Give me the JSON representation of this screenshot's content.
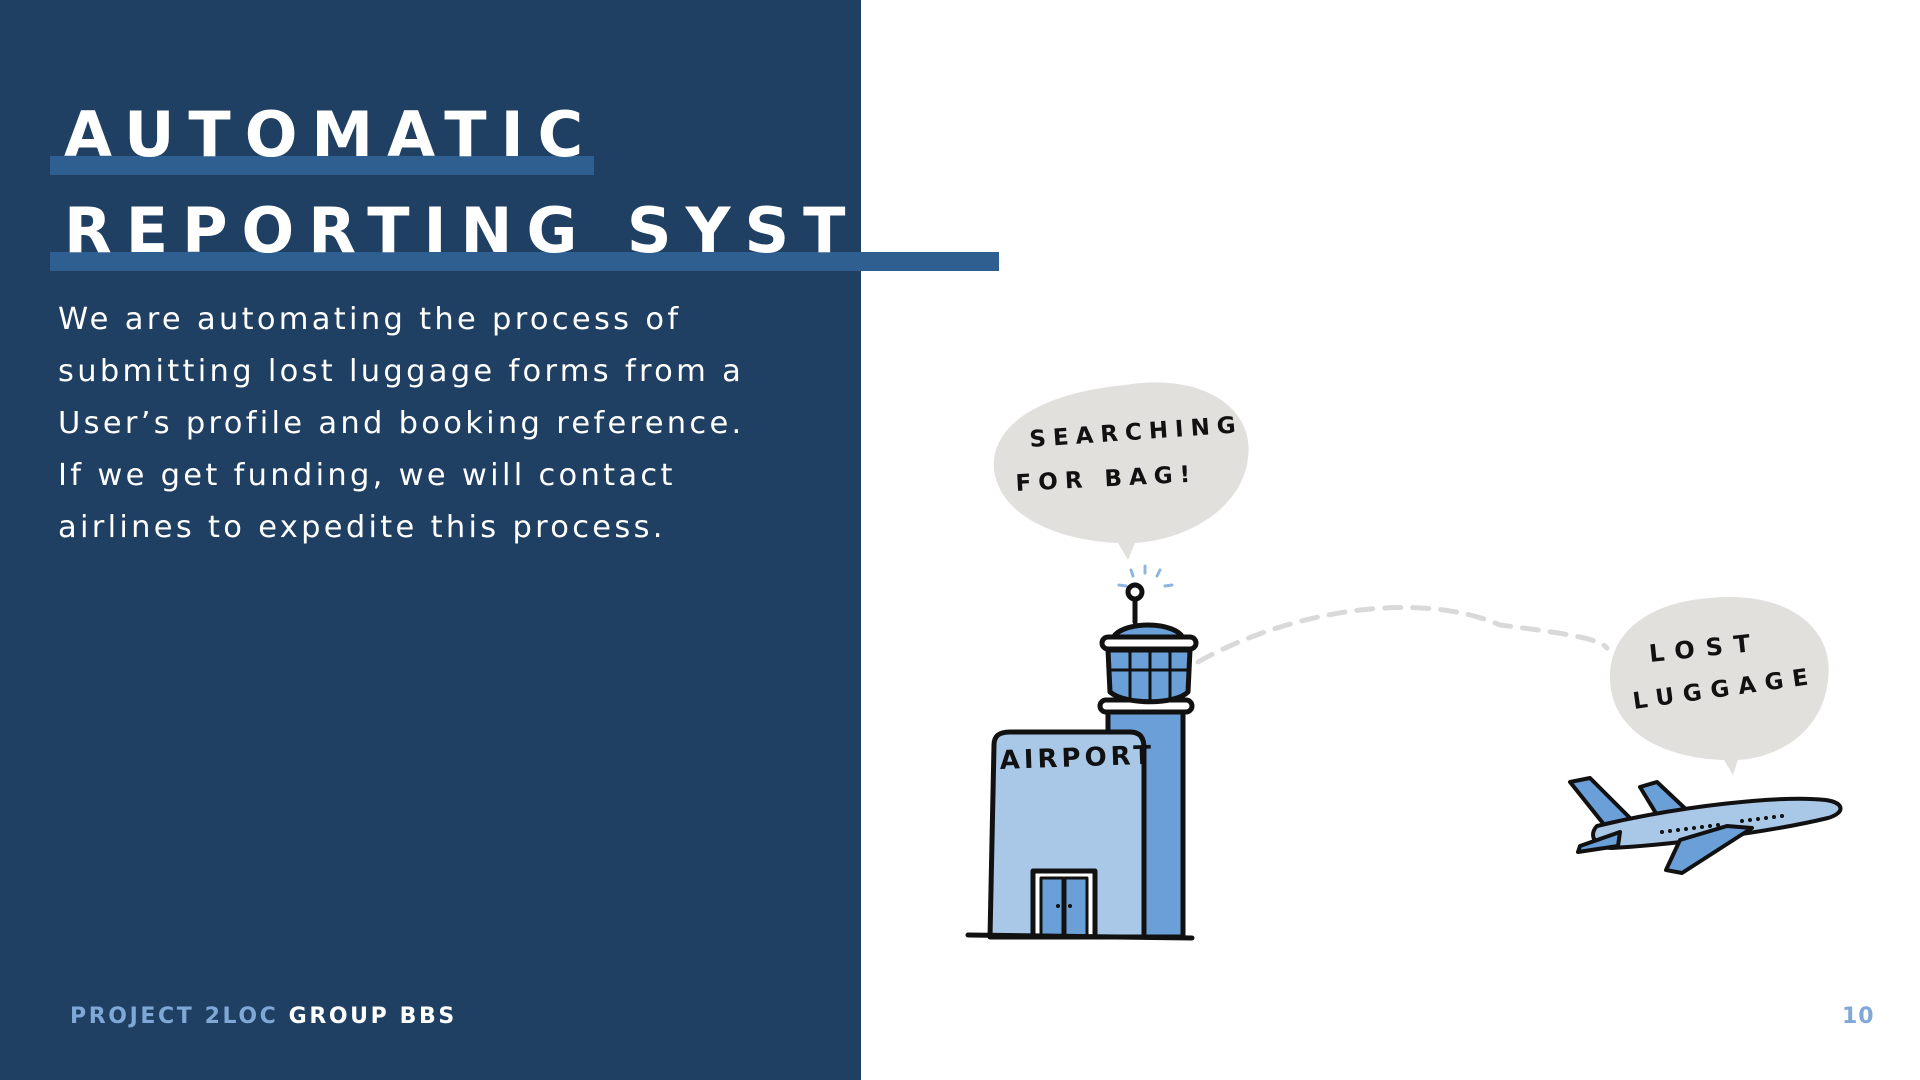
{
  "slide": {
    "title_lines": [
      "AUTOMATIC",
      "REPORTING SYSTEM"
    ],
    "body_lines": [
      "We are automating the process of",
      "submitting lost luggage forms from a",
      "User’s profile and booking reference.",
      "If we get funding, we will contact",
      "airlines to expedite this process."
    ],
    "footer": {
      "project": "PROJECT 2LOC",
      "group": "GROUP BBS"
    },
    "page_number": "10"
  },
  "illustration": {
    "tower_bubble_lines": [
      "SEARCHING",
      "FOR BAG!"
    ],
    "plane_bubble_lines": [
      "LOST",
      "LUGGAGE"
    ],
    "building_sign": "AIRPORT"
  },
  "colors": {
    "panel_background": "#1f3f63",
    "title_highlight": "#2f5f91",
    "footer_accent": "#7fa8d6",
    "illustration_blue": "#6a9fd8",
    "illustration_light_blue": "#a9c8e8",
    "bubble_gray": "#e2e0dd"
  }
}
